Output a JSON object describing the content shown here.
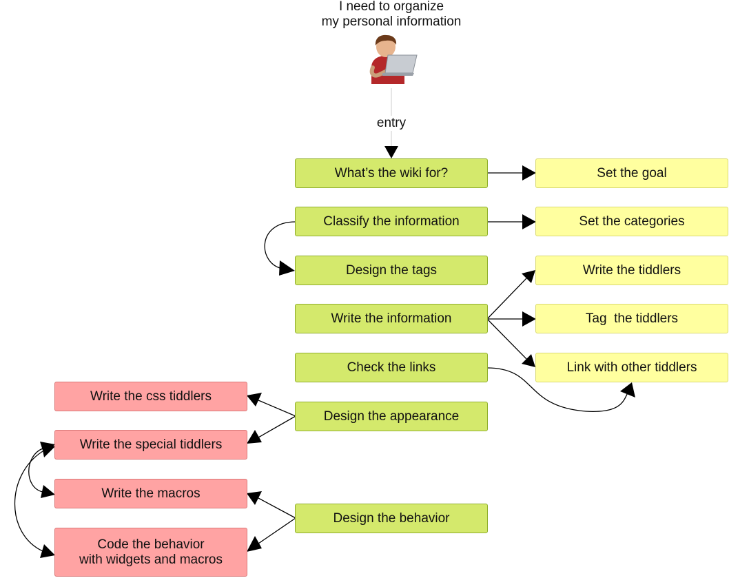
{
  "title": "I need to organize\nmy personal information",
  "entry_label": "entry",
  "actor_icon": "user-with-laptop",
  "colors": {
    "step": "#d4e96c",
    "result": "#ffff9f",
    "special": "#ffa3a3"
  },
  "steps": {
    "wiki_for": "What’s the wiki for?",
    "classify": "Classify the information",
    "design_tags": "Design the tags",
    "write_info": "Write the information",
    "check_links": "Check the links",
    "design_appearance": "Design the appearance",
    "design_behavior": "Design the behavior"
  },
  "results": {
    "set_goal": "Set the goal",
    "set_categories": "Set the categories",
    "write_tiddlers": "Write the tiddlers",
    "tag_tiddlers": "Tag  the tiddlers",
    "link_tiddlers": "Link with other tiddlers"
  },
  "special": {
    "css_tiddlers": "Write the css tiddlers",
    "special_tiddlers": "Write the special tiddlers",
    "macros": "Write the macros",
    "code_behavior": "Code the behavior\nwith widgets and macros"
  }
}
